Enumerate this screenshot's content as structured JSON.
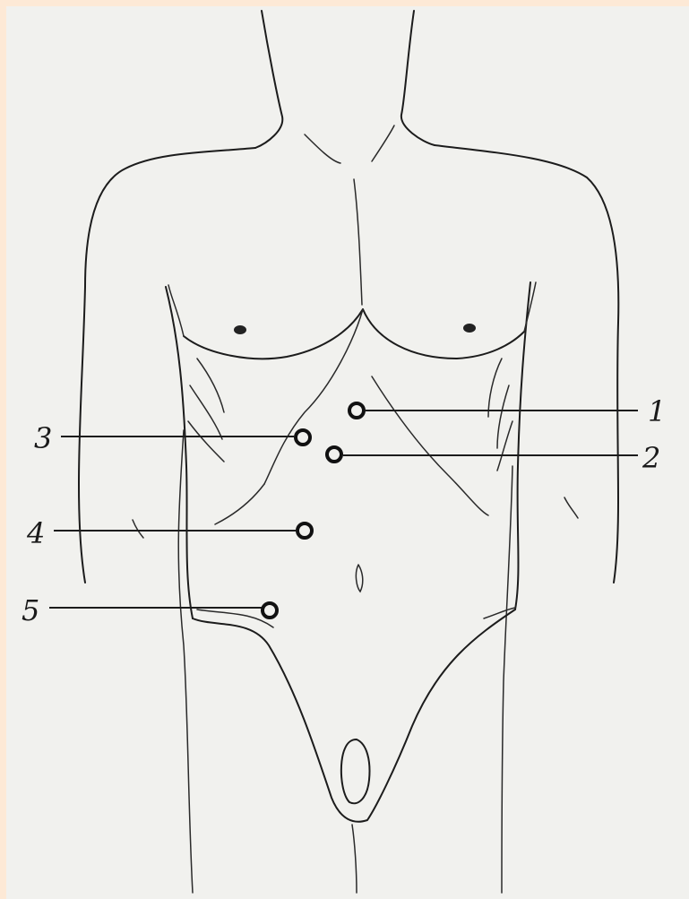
{
  "figure": {
    "points": [
      {
        "number": "1"
      },
      {
        "number": "2"
      },
      {
        "number": "3"
      },
      {
        "number": "4"
      },
      {
        "number": "5"
      }
    ]
  },
  "colors": {
    "border": "#fde9d6",
    "paper": "#f1f1ee",
    "ink": "#1c1c1c"
  }
}
